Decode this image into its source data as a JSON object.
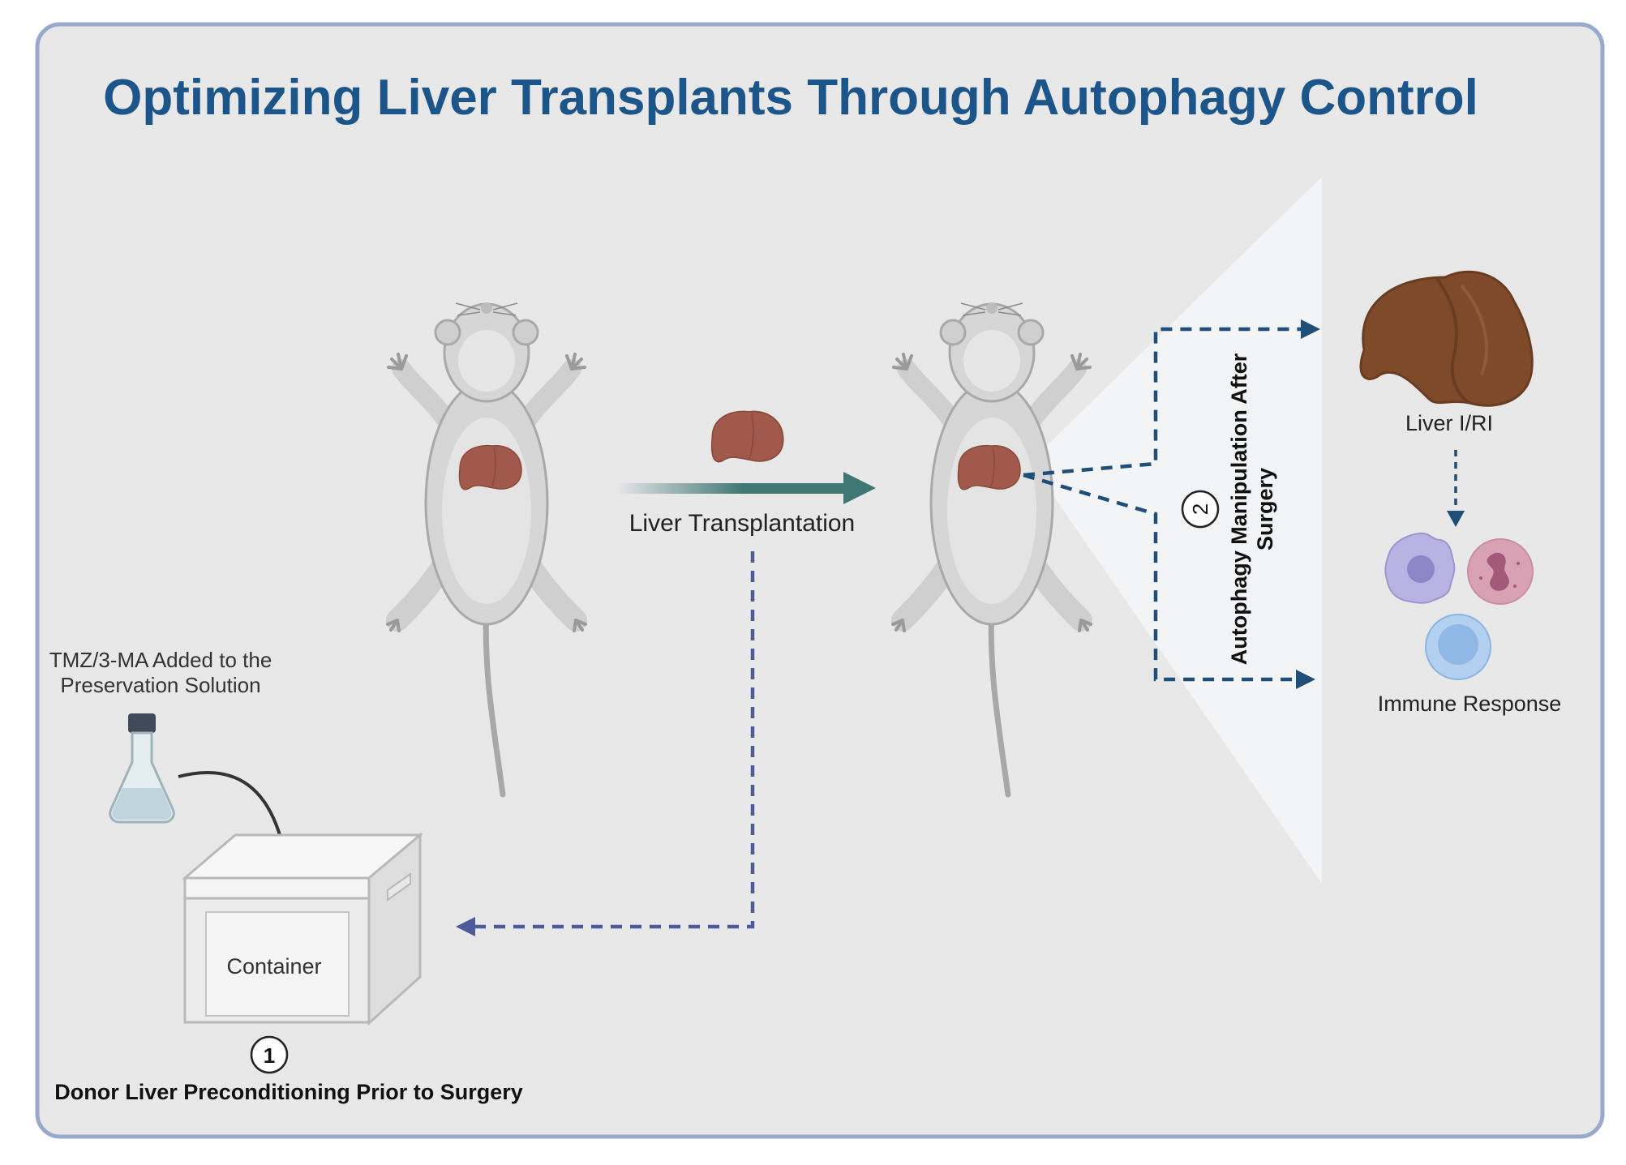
{
  "title": "Optimizing Liver Transplants Through Autophagy Control",
  "labels": {
    "liver_transplantation": "Liver Transplantation",
    "tmz_line1": "TMZ/3-MA Added to the",
    "tmz_line2": "Preservation Solution",
    "container": "Container",
    "step1_number": "1",
    "step1_caption": "Donor Liver Preconditioning Prior to Surgery",
    "step2_number": "2",
    "step2_line1": "Autophagy  Manipulation After",
    "step2_line2": "Surgery",
    "liver_iri": "Liver I/RI",
    "immune_response": "Immune Response"
  },
  "colors": {
    "title": "#1b5589",
    "panel_bg": "#e8e8e8",
    "panel_border": "#97aacd",
    "liver": "#a0594a",
    "big_liver": "#7e4a2a",
    "dashed_blue": "#1f4e79",
    "dashed_violet": "#4d5a9c",
    "transplant_arrow": "#3f7774"
  }
}
